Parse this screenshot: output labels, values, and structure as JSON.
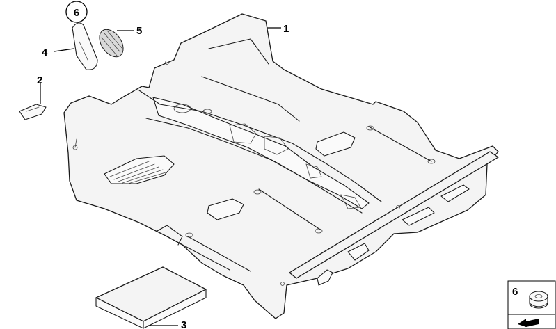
{
  "callouts": {
    "part_1": "1",
    "part_2": "2",
    "part_3": "3",
    "part_4": "4",
    "part_5": "5",
    "kit_6": "6"
  },
  "legend": {
    "number": "6",
    "icon": "nut-icon",
    "corner_icon": "arrow-icon"
  },
  "colors": {
    "line": "#1a1a1a",
    "fill": "#f4f4f4",
    "background": "#ffffff"
  }
}
